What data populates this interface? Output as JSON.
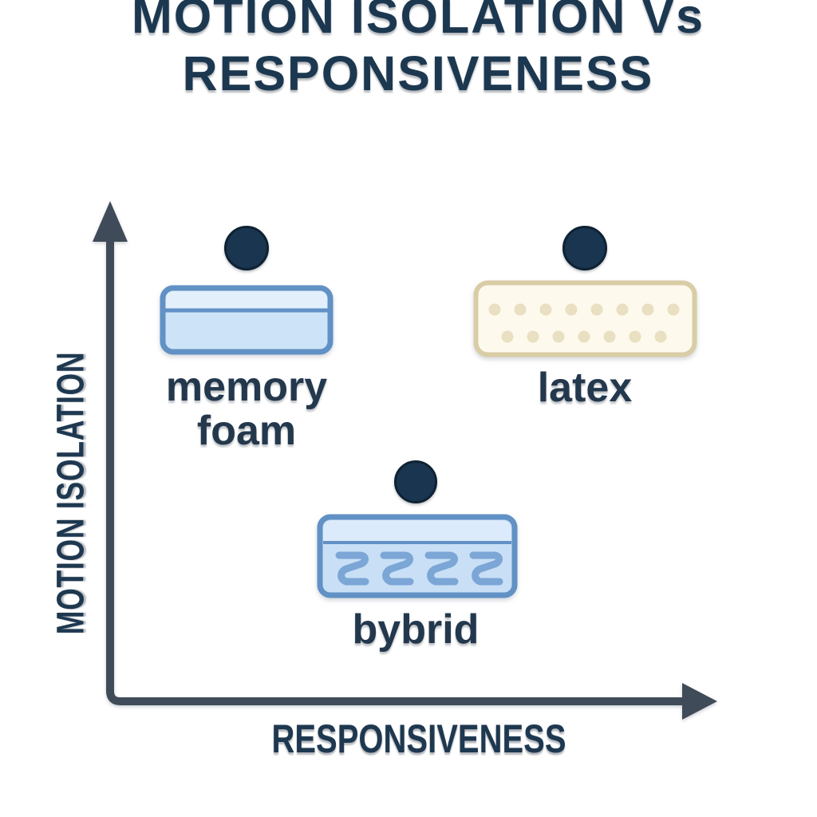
{
  "page": {
    "background": "#ffffff"
  },
  "title": {
    "line1": "MOTION ISOLATION Vs",
    "line2": "RESPONSIVENESS"
  },
  "chart_data": {
    "type": "scatter",
    "title": "MOTION ISOLATION Vs RESPONSIVENESS",
    "xlabel": "RESPONSIVENESS",
    "ylabel": "MOTION ISOLATION",
    "x_axis": {
      "style": "arrow",
      "range": [
        0,
        1
      ],
      "ticks": [],
      "grid": false
    },
    "y_axis": {
      "style": "arrow",
      "range": [
        0,
        1
      ],
      "ticks": [],
      "grid": false
    },
    "legend": "none",
    "points": [
      {
        "label": "memory foam",
        "x": 0.23,
        "y": 0.91,
        "marker": "navy-dot",
        "icon": "memory-foam-mattress-icon"
      },
      {
        "label": "latex",
        "x": 0.78,
        "y": 0.91,
        "marker": "navy-dot",
        "icon": "latex-mattress-icon"
      },
      {
        "label": "bybrid",
        "x": 0.5,
        "y": 0.44,
        "marker": "navy-dot",
        "icon": "hybrid-coil-mattress-icon"
      }
    ]
  },
  "colors": {
    "title_text": "#1c3850",
    "label_text": "#24384d",
    "axis": "#3f4b59",
    "dot_fill": "#1a3550",
    "dot_stroke": "#0e2233",
    "memory_foam_fill": "#cde4f8",
    "memory_foam_band": "#e3f0fc",
    "memory_foam_border": "#6191c5",
    "latex_fill": "#fdf9ed",
    "latex_border": "#d9cda6",
    "latex_hole_dots": "#e9dfc1",
    "hybrid_fill": "#c8dff6",
    "hybrid_band": "#dcebfb",
    "hybrid_border": "#6191c5",
    "coil": "#7ba6d6"
  }
}
